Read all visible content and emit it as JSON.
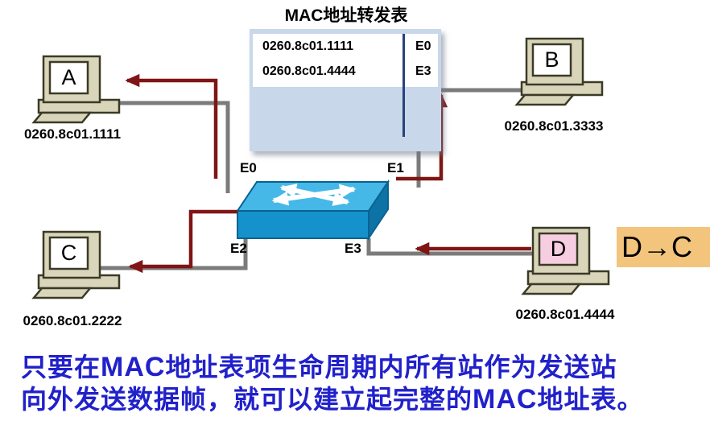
{
  "title": "MAC地址转发表",
  "mac_table": {
    "rows": [
      {
        "mac": "0260.8c01.1111",
        "port": "E0"
      },
      {
        "mac": "0260.8c01.4444",
        "port": "E3"
      }
    ]
  },
  "computers": {
    "a": {
      "name": "A",
      "mac": "0260.8c01.1111"
    },
    "b": {
      "name": "B",
      "mac": "0260.8c01.3333"
    },
    "c": {
      "name": "C",
      "mac": "0260.8c01.2222"
    },
    "d": {
      "name": "D",
      "mac": "0260.8c01.4444"
    }
  },
  "switch": {
    "ports": {
      "e0": "E0",
      "e1": "E1",
      "e2": "E2",
      "e3": "E3"
    }
  },
  "flow_label": "D→C",
  "caption": {
    "line1": {
      "pre": "只要在",
      "em": "MAC",
      "post": "地址表项生命周期内所有站作为发送站"
    },
    "line2": {
      "pre": "向外发送数据帧，就可以建立起完整的",
      "em": "MAC",
      "post": "地址表。"
    }
  },
  "colors": {
    "arrow_red": "#801515",
    "switch_blue": "#1592cc",
    "table_bg": "#c9d7ea",
    "table_divider": "#27427e",
    "flow_box_bg": "#f2c47c",
    "caption_blue": "#2121cb",
    "pc_body": "#d9d5ba",
    "pc_screen_d": "#f7cde2"
  }
}
